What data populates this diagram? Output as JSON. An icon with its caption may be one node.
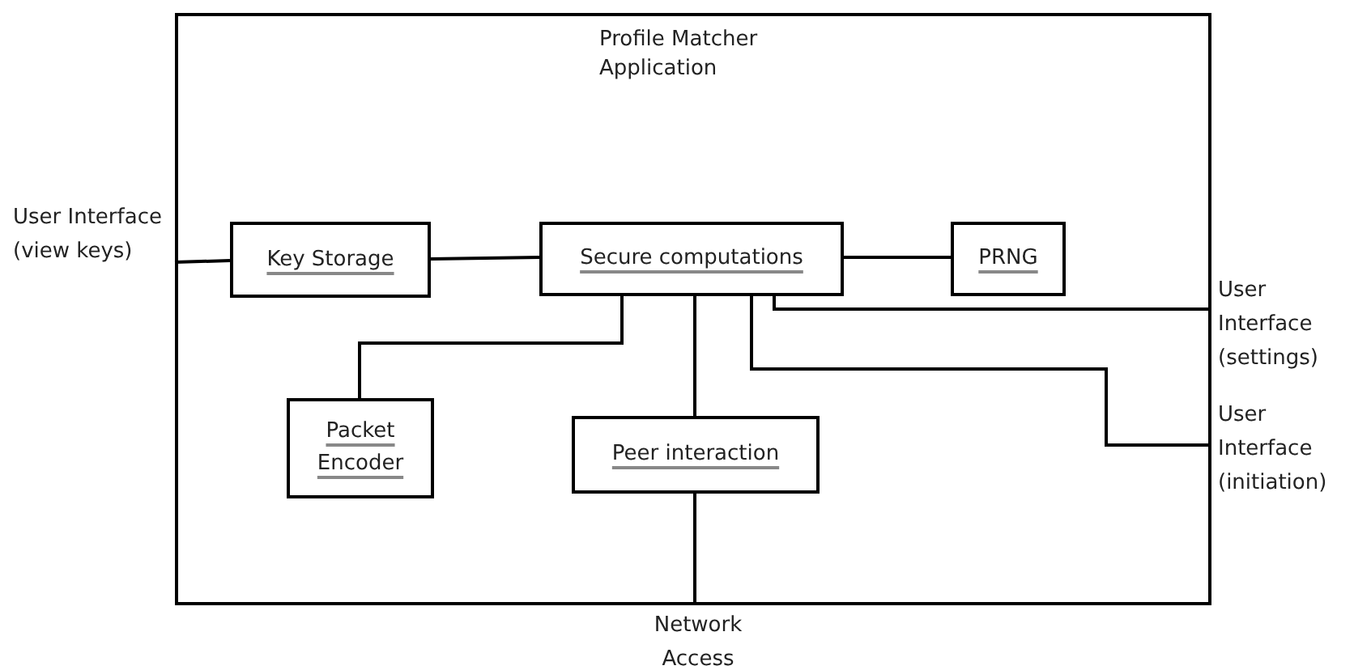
{
  "diagram": {
    "nodes": [
      {
        "text": [
          "Profile Matcher Application"
        ]
      },
      {
        "text": [
          "Key Storage"
        ],
        "in": 0
      },
      {
        "text": [
          "Secure computations"
        ],
        "in": 0
      },
      {
        "text": [
          "PRNG"
        ],
        "in": 0
      },
      {
        "text": [
          "Packet Encoder"
        ],
        "in": 0
      },
      {
        "text": [
          "Peer interaction"
        ],
        "in": 0
      },
      {
        "text": [
          "User Interface (view keys)"
        ]
      },
      {
        "text": [
          "User Interface (settings)"
        ]
      },
      {
        "text": [
          "User Interface (initiation)"
        ]
      },
      {
        "text": [
          "Network Access"
        ]
      }
    ],
    "edges": [
      {
        "from": 6,
        "to": 1,
        "arrow": "none"
      },
      {
        "from": 1,
        "to": 2,
        "arrow": "none"
      },
      {
        "from": 2,
        "to": 3,
        "arrow": "none"
      },
      {
        "from": 2,
        "to": 7,
        "arrow": "none"
      },
      {
        "from": 2,
        "to": 4,
        "arrow": "none"
      },
      {
        "from": 2,
        "to": 5,
        "arrow": "none"
      },
      {
        "from": 2,
        "to": 8,
        "arrow": "none"
      },
      {
        "from": 5,
        "to": 9,
        "arrow": "none"
      }
    ]
  }
}
